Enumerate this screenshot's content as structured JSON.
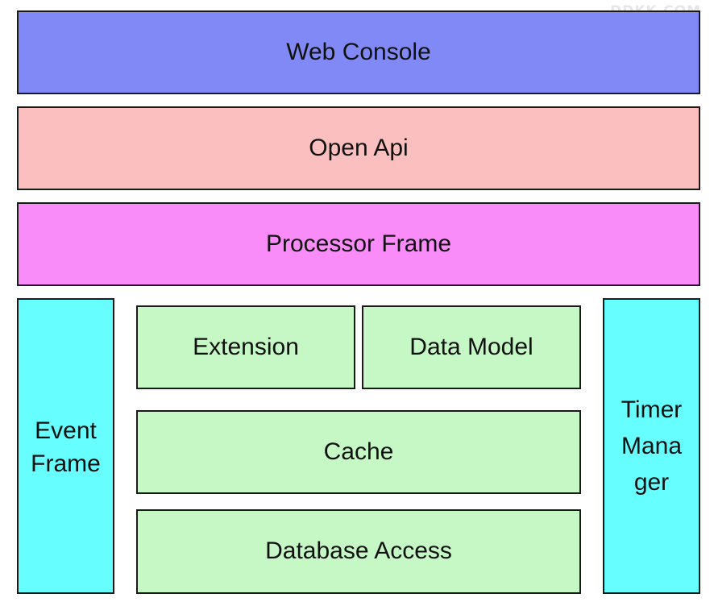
{
  "watermark": "DDKK.COM",
  "colors": {
    "web_console": "#8089f5",
    "open_api": "#fbbfbf",
    "processor_frame": "#f98cf9",
    "side_columns": "#66feff",
    "core_modules": "#c5f8c5",
    "border": "#1a1a1a"
  },
  "layers": {
    "web_console": "Web Console",
    "open_api": "Open Api",
    "processor_frame": "Processor Frame"
  },
  "left_column": {
    "lines": [
      "Event",
      "Frame"
    ]
  },
  "right_column": {
    "lines": [
      "Timer",
      "Mana",
      "ger"
    ]
  },
  "core": {
    "extension": "Extension",
    "data_model": "Data Model",
    "cache": "Cache",
    "database_access": "Database Access"
  }
}
